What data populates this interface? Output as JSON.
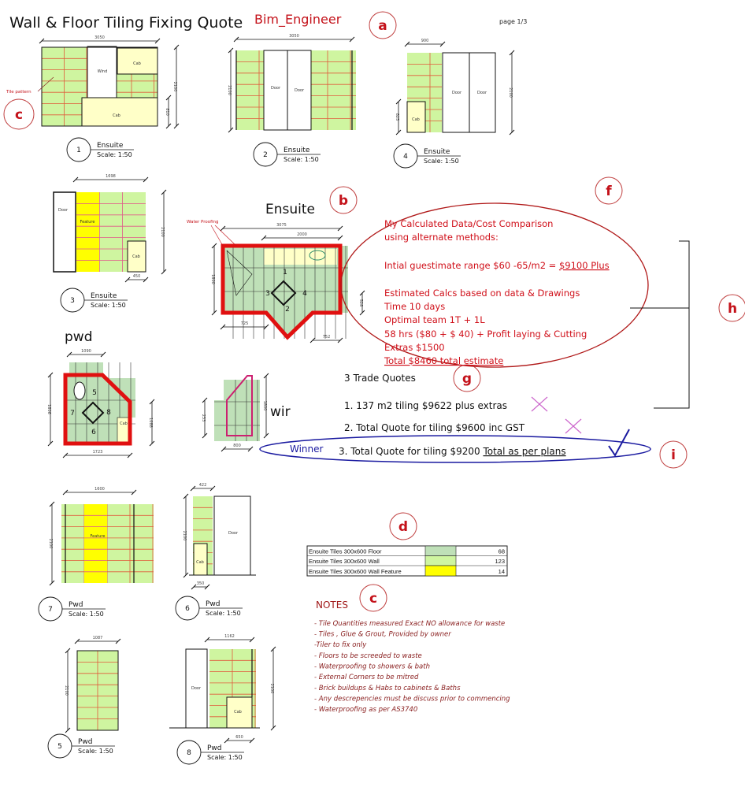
{
  "header": {
    "title": "Wall & Floor Tiling Fixing Quote",
    "author": "Bim_Engineer",
    "page": "page 1/3"
  },
  "markers": {
    "a": "a",
    "b": "b",
    "c": "c",
    "c2": "c",
    "d": "d",
    "f": "f",
    "g": "g",
    "h": "h",
    "i": "i"
  },
  "colors": {
    "wall_tile": "#cff5a0",
    "floor_tile": "#bfe0b8",
    "feature_tile": "#ffff00",
    "cabinet": "#ffffc8",
    "grout": "#e05a3a",
    "annotation_red": "#c4121a",
    "winner_blue": "#1a1aa0",
    "reject_mark": "#cc66cc"
  },
  "elevations": [
    {
      "id": "1",
      "room": "Ensuite",
      "scale": "Scale: 1:50",
      "dims": [
        "3050",
        "2100",
        "810"
      ],
      "labels": [
        "Wind",
        "Cab",
        "Cab"
      ],
      "note": "Tile pattern"
    },
    {
      "id": "2",
      "room": "Ensuite",
      "scale": "Scale: 1:50",
      "dims": [
        "3050",
        "2100"
      ],
      "labels": [
        "Door",
        "Door"
      ]
    },
    {
      "id": "4",
      "room": "Ensuite",
      "scale": "Scale: 1:50",
      "dims": [
        "900",
        "2100",
        "825"
      ],
      "labels": [
        "Cab",
        "Door",
        "Door"
      ]
    },
    {
      "id": "3",
      "room": "Ensuite",
      "scale": "Scale: 1:50",
      "dims": [
        "1698",
        "2100",
        "450"
      ],
      "labels": [
        "Door",
        "Feature",
        "Cab"
      ]
    },
    {
      "id": "7",
      "room": "Pwd",
      "scale": "Scale: 1:50",
      "dims": [
        "1600",
        "2100"
      ],
      "labels": [
        "Feature"
      ]
    },
    {
      "id": "6",
      "room": "Pwd",
      "scale": "Scale: 1:50",
      "dims": [
        "422",
        "2100",
        "350"
      ],
      "labels": [
        "Door",
        "Cab"
      ]
    },
    {
      "id": "5",
      "room": "Pwd",
      "scale": "Scale: 1:50",
      "dims": [
        "1087",
        "2100"
      ]
    },
    {
      "id": "8",
      "room": "Pwd",
      "scale": "Scale: 1:50",
      "dims": [
        "1162",
        "2100",
        "650"
      ],
      "labels": [
        "Door",
        "Cab"
      ]
    }
  ],
  "plans": {
    "ensuite": {
      "title": "Ensuite",
      "waterproofing": "Water Proofing",
      "dims": [
        "3075",
        "2000",
        "1800",
        "725",
        "752",
        "528"
      ],
      "walls": [
        "1",
        "2",
        "3",
        "4"
      ]
    },
    "pwd": {
      "title": "pwd",
      "dims": [
        "1090",
        "1606",
        "1088",
        "1723"
      ],
      "walls": [
        "5",
        "6",
        "7",
        "8"
      ],
      "cab": "Cab"
    },
    "wir": {
      "title": "wir",
      "dims": [
        "233",
        "1800",
        "800"
      ]
    }
  },
  "comparison": {
    "lines": [
      "My Calculated Data/Cost  Comparison",
      "using alternate methods:",
      "Intial guestimate range $60 -65/m2 =  ",
      "Estimated  Calcs based on data & Drawings",
      "Time 10 days",
      "Optimal team 1T + 1L",
      "58 hrs ($80 + $ 40) + Profit laying & Cutting",
      "Extras $1500",
      "Total $8460 total estimate"
    ],
    "guestimate_value": "$9100  Plus"
  },
  "trade_quotes": {
    "heading": "3 Trade Quotes",
    "winner_label": "Winner",
    "quotes": [
      {
        "text": "1. 137 m2 tiling $9622 plus extras",
        "status": "rejected"
      },
      {
        "text": "2. Total Quote for tiling $9600 inc GST",
        "status": "rejected"
      },
      {
        "text": "3. Total Quote for tiling $9200 ",
        "emphasis": "Total as per plans",
        "status": "winner"
      }
    ]
  },
  "tile_table": {
    "rows": [
      {
        "label": "Ensuite Tiles 300x600 Floor",
        "color": "#bfe0b8",
        "qty": "68"
      },
      {
        "label": "Ensuite Tiles 300x600 Wall",
        "color": "#cff5a0",
        "qty": "123"
      },
      {
        "label": "Ensuite Tiles 300x600 Wall Feature",
        "color": "#ffff00",
        "qty": "14"
      }
    ]
  },
  "notes": {
    "heading": "NOTES",
    "items": [
      "- Tile Quantities measured Exact NO allowance for waste",
      "- Tiles , Glue & Grout, Provided by owner",
      "-Tiler to fix only",
      "- Floors to be screeded to waste",
      "- Waterproofing to showers & bath",
      "- External Corners to be mitred",
      "- Brick buildups & Habs to cabinets & Baths",
      "- Any descrepencies must be discuss prior to commencing",
      "- Waterproofing  as per AS3740"
    ]
  }
}
